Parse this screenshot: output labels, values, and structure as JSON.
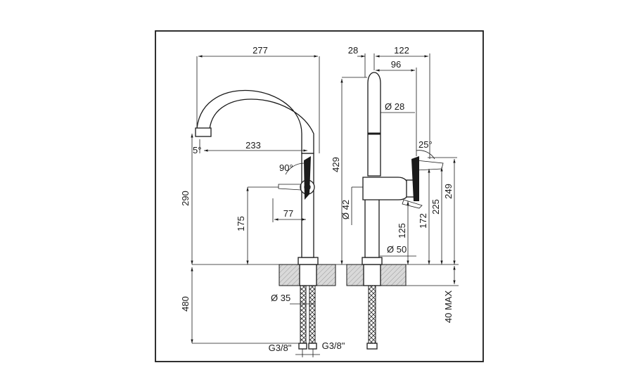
{
  "dimensions": {
    "spout_reach": "277",
    "spout_tip_angle": "5°",
    "spout_to_axis": "233",
    "lever_angle_front": "90°",
    "height_to_spout": "290",
    "height_to_lever_axis": "175",
    "lever_offset": "77",
    "supply_hose_dia": "Ø 35",
    "below_deck_length": "480",
    "hose_thread_left": "G3/8\"",
    "hose_thread_right": "G3/8\"",
    "side_offset": "28",
    "side_lever_reach": "122",
    "side_lever_body": "96",
    "spout_dia": "Ø 28",
    "lever_angle_side": "25°",
    "overall_height": "429",
    "body_dia": "Ø 42",
    "base_dia": "Ø 50",
    "height_125": "125",
    "height_172": "172",
    "height_225": "225",
    "height_249": "249",
    "deck_max": "40 MAX"
  }
}
